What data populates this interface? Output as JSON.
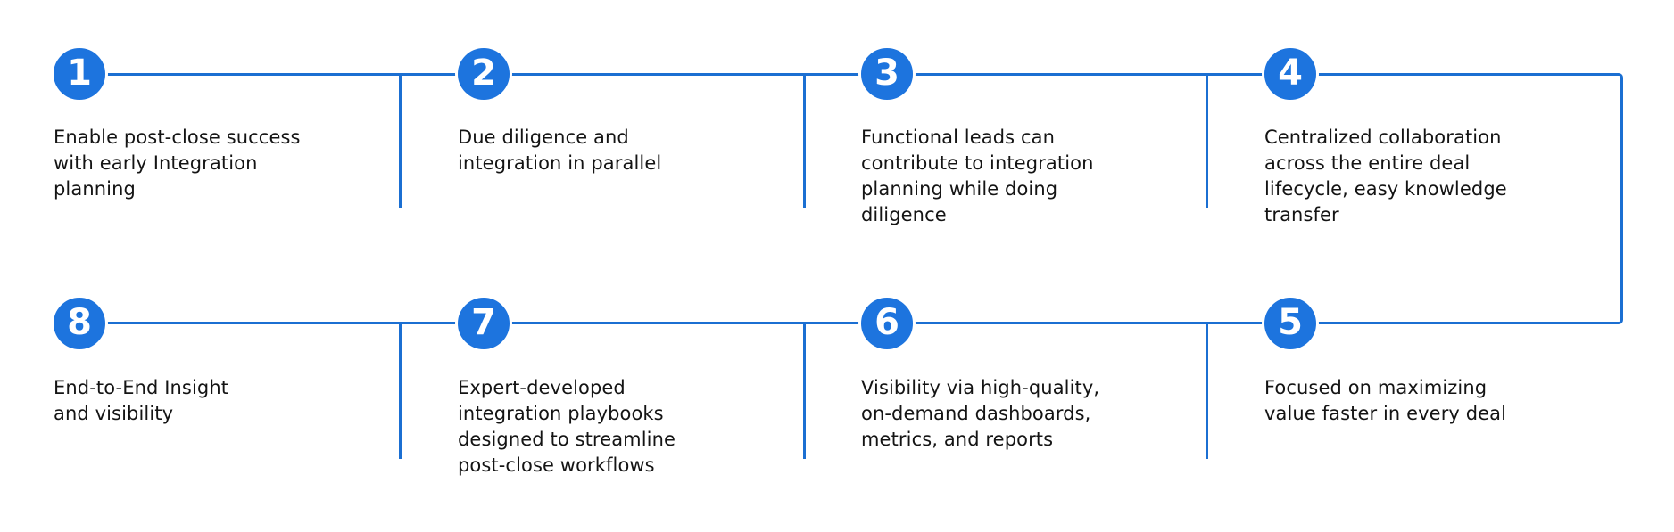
{
  "colors": {
    "background": "#ffffff",
    "accent": "#1b6fd2",
    "circle": "#1d74de",
    "number": "#ffffff",
    "text": "#141414"
  },
  "steps": [
    {
      "number": "1",
      "label": "Enable post-close success\nwith early Integration\nplanning"
    },
    {
      "number": "2",
      "label": "Due diligence and\nintegration in parallel"
    },
    {
      "number": "3",
      "label": "Functional leads can\ncontribute to integration\nplanning while doing\ndiligence"
    },
    {
      "number": "4",
      "label": "Centralized collaboration\nacross the entire deal\nlifecycle, easy knowledge\ntransfer"
    },
    {
      "number": "5",
      "label": "Focused on maximizing\nvalue faster in every deal"
    },
    {
      "number": "6",
      "label": "Visibility via high-quality,\non-demand dashboards,\nmetrics, and reports"
    },
    {
      "number": "7",
      "label": "Expert-developed\nintegration playbooks\ndesigned to streamline\npost-close workflows"
    },
    {
      "number": "8",
      "label": "End-to-End Insight\nand visibility"
    }
  ]
}
